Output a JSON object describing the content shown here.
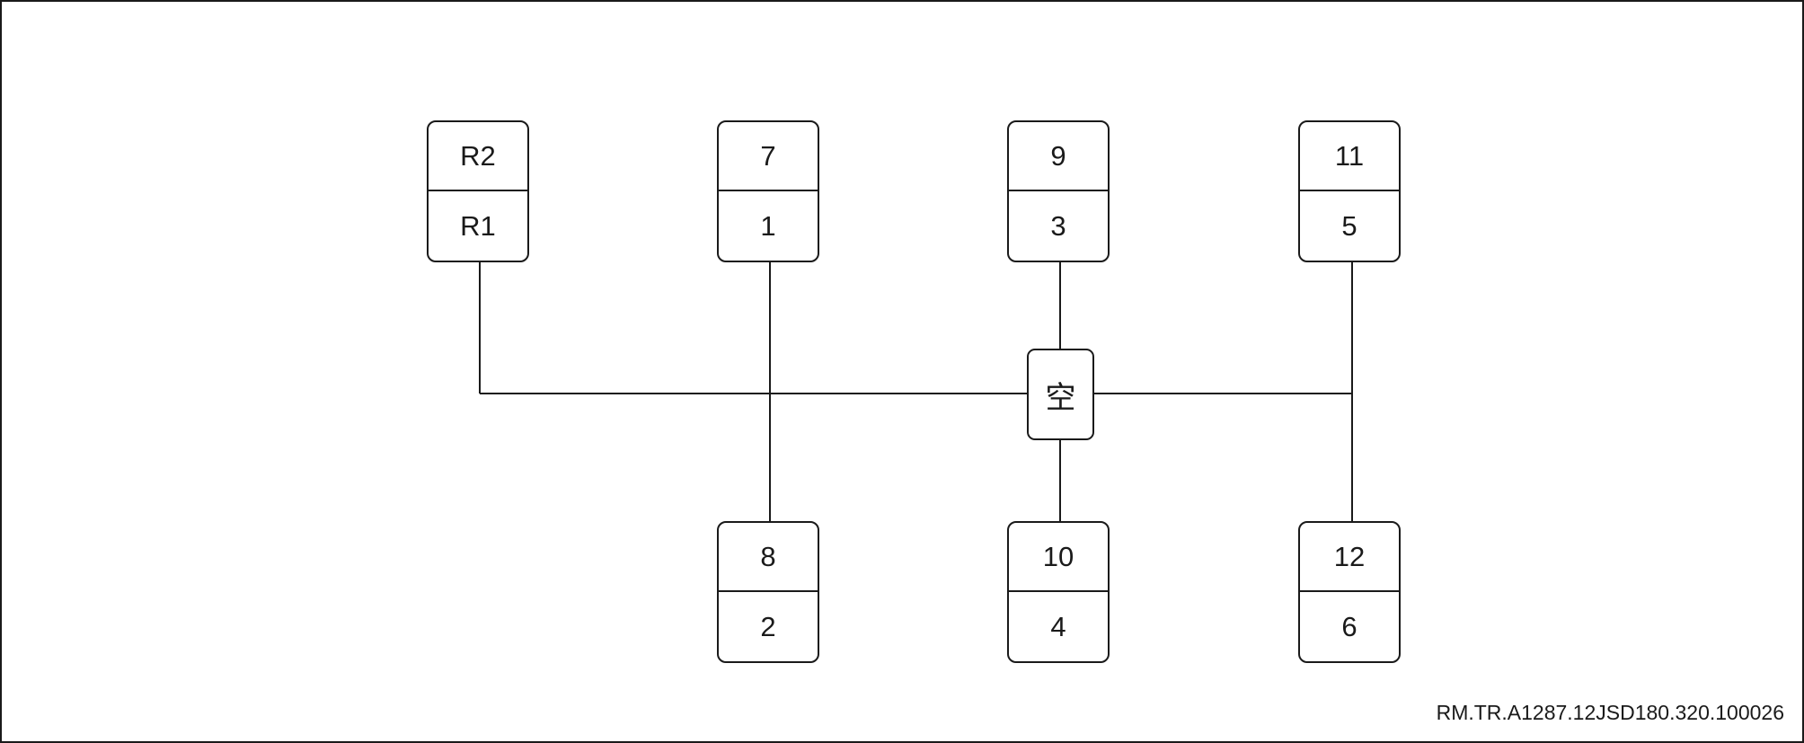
{
  "gates": [
    {
      "id": "r",
      "upper": "R2",
      "lower": "R1"
    },
    {
      "id": "g1",
      "upper": "7",
      "lower": "1"
    },
    {
      "id": "g3",
      "upper": "9",
      "lower": "3"
    },
    {
      "id": "g5",
      "upper": "11",
      "lower": "5"
    },
    {
      "id": "g2",
      "upper": "8",
      "lower": "2"
    },
    {
      "id": "g4",
      "upper": "10",
      "lower": "4"
    },
    {
      "id": "g6",
      "upper": "12",
      "lower": "6"
    }
  ],
  "neutral_label": "空",
  "reference_code": "RM.TR.A1287.12JSD180.320.100026"
}
